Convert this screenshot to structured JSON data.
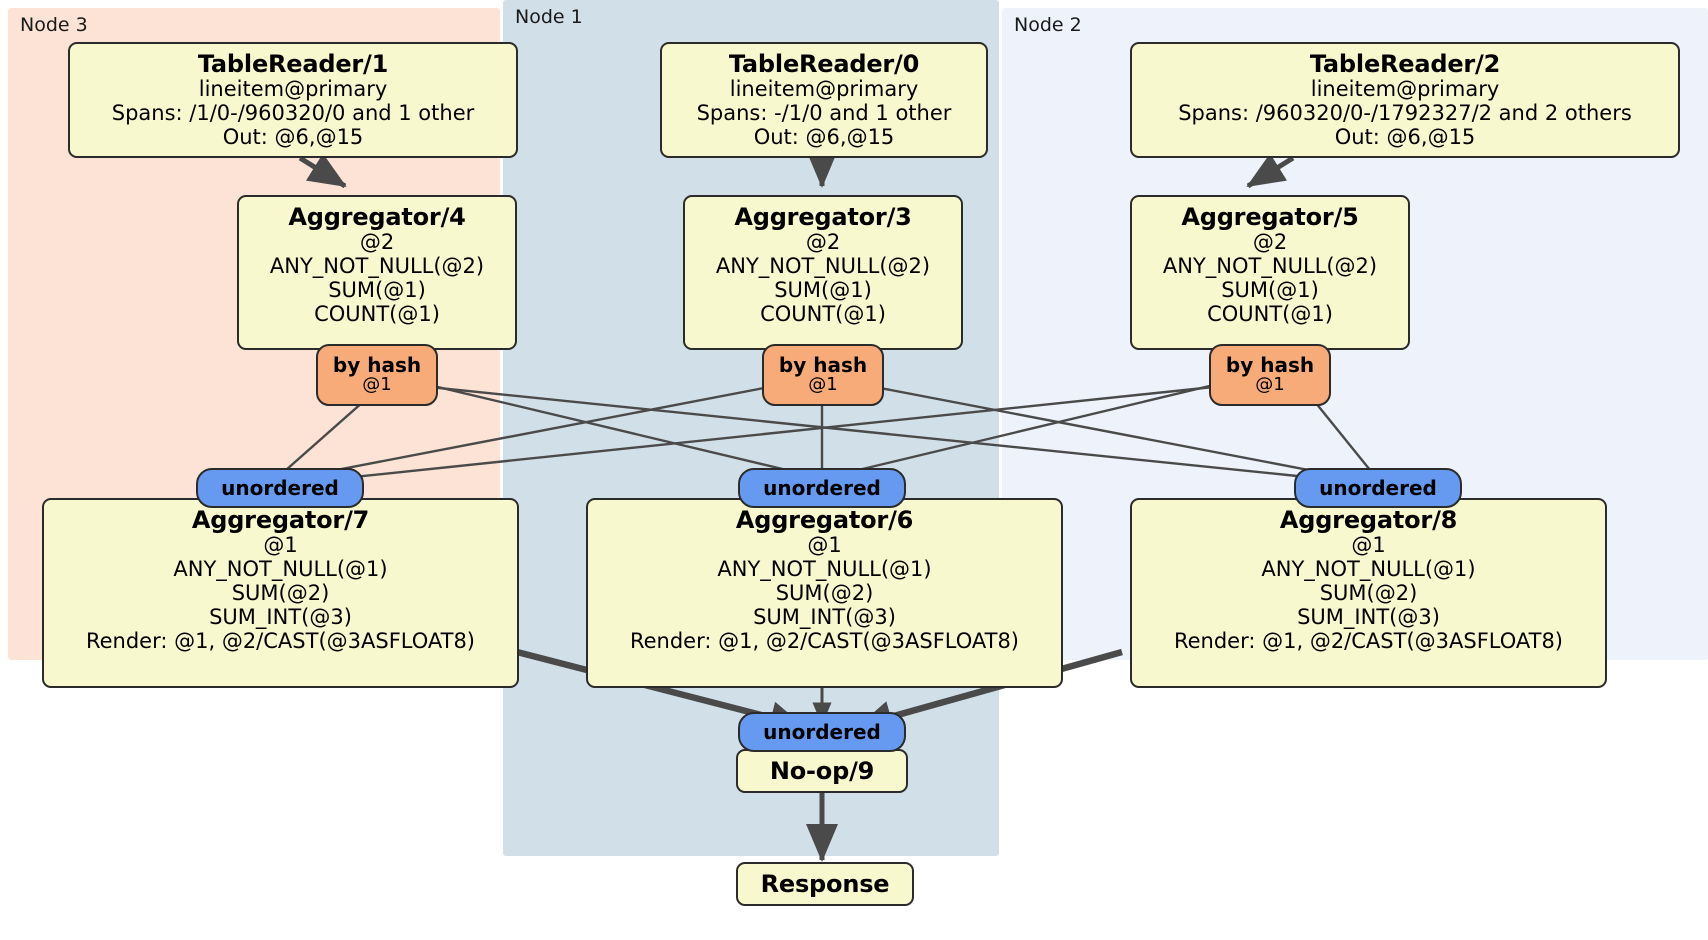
{
  "diagram": {
    "type": "distributed-query-execution-plan",
    "colors": {
      "node3_panel": "#fce3d5",
      "node1_panel": "#d1e0e8",
      "node2_panel": "#eef2fa",
      "processor_box": "#f8f8ce",
      "by_hash_pill": "#f7ab78",
      "unordered_pill": "#6699f0",
      "border": "#2b2b2b",
      "edge": "#4a4a4a"
    }
  },
  "nodes": [
    {
      "id": "node3",
      "label": "Node 3"
    },
    {
      "id": "node1",
      "label": "Node 1"
    },
    {
      "id": "node2",
      "label": "Node 2"
    }
  ],
  "processors": {
    "tablereader1": {
      "title": "TableReader/1",
      "lines": [
        "lineitem@primary",
        "Spans: /1/0-/960320/0 and 1 other",
        "Out: @6,@15"
      ]
    },
    "tablereader0": {
      "title": "TableReader/0",
      "lines": [
        "lineitem@primary",
        "Spans: -/1/0 and 1 other",
        "Out: @6,@15"
      ]
    },
    "tablereader2": {
      "title": "TableReader/2",
      "lines": [
        "lineitem@primary",
        "Spans: /960320/0-/1792327/2 and 2 others",
        "Out: @6,@15"
      ]
    },
    "aggregator4": {
      "title": "Aggregator/4",
      "lines": [
        "@2",
        "ANY_NOT_NULL(@2)",
        "SUM(@1)",
        "COUNT(@1)"
      ]
    },
    "aggregator3": {
      "title": "Aggregator/3",
      "lines": [
        "@2",
        "ANY_NOT_NULL(@2)",
        "SUM(@1)",
        "COUNT(@1)"
      ]
    },
    "aggregator5": {
      "title": "Aggregator/5",
      "lines": [
        "@2",
        "ANY_NOT_NULL(@2)",
        "SUM(@1)",
        "COUNT(@1)"
      ]
    },
    "aggregator7": {
      "title": "Aggregator/7",
      "lines": [
        "@1",
        "ANY_NOT_NULL(@1)",
        "SUM(@2)",
        "SUM_INT(@3)",
        "Render: @1, @2/CAST(@3ASFLOAT8)"
      ]
    },
    "aggregator6": {
      "title": "Aggregator/6",
      "lines": [
        "@1",
        "ANY_NOT_NULL(@1)",
        "SUM(@2)",
        "SUM_INT(@3)",
        "Render: @1, @2/CAST(@3ASFLOAT8)"
      ]
    },
    "aggregator8": {
      "title": "Aggregator/8",
      "lines": [
        "@1",
        "ANY_NOT_NULL(@1)",
        "SUM(@2)",
        "SUM_INT(@3)",
        "Render: @1, @2/CAST(@3ASFLOAT8)"
      ]
    },
    "noop9": {
      "title": "No-op/9",
      "lines": []
    },
    "response": {
      "title": "Response",
      "lines": []
    }
  },
  "routers": {
    "byhash_left": {
      "label": "by hash",
      "sublabel": "@1"
    },
    "byhash_center": {
      "label": "by hash",
      "sublabel": "@1"
    },
    "byhash_right": {
      "label": "by hash",
      "sublabel": "@1"
    },
    "unordered_left": {
      "label": "unordered"
    },
    "unordered_center": {
      "label": "unordered"
    },
    "unordered_right": {
      "label": "unordered"
    },
    "unordered_final": {
      "label": "unordered"
    }
  }
}
